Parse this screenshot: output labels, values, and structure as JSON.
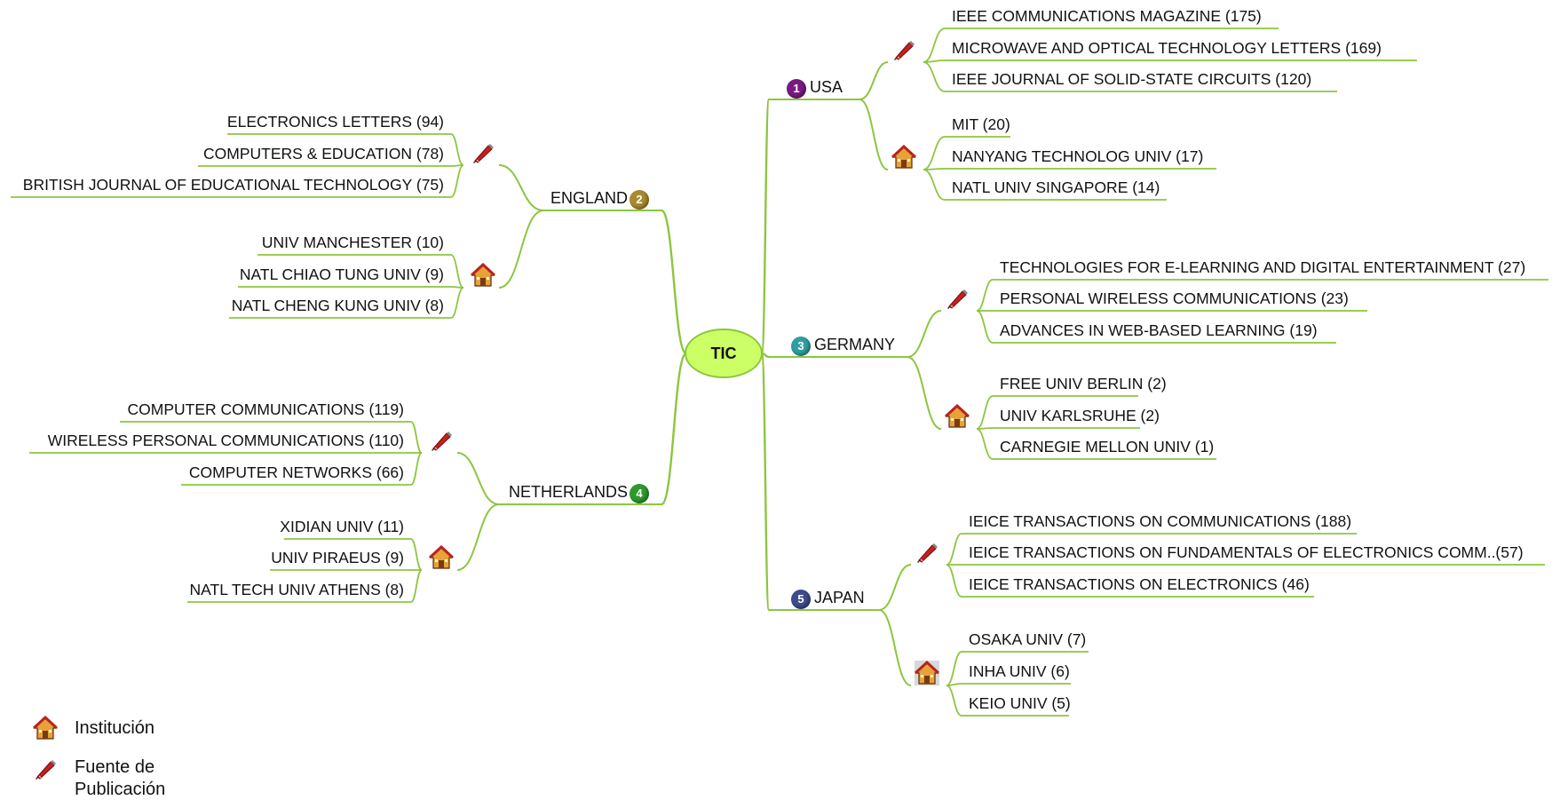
{
  "center": {
    "label": "TIC"
  },
  "colors": {
    "line": "#8cc63f",
    "center_fill": "#ccff66",
    "badge_1": "#7a1a80",
    "badge_2": "#a88b2e",
    "badge_3": "#2f9ea0",
    "badge_4": "#2e9a2e",
    "badge_5": "#3d4c8c"
  },
  "branches": [
    {
      "country": "USA",
      "rank": "1",
      "sources": [
        "IEEE COMMUNICATIONS MAGAZINE  (175)",
        "MICROWAVE AND OPTICAL TECHNOLOGY LETTERS  (169)",
        "IEEE JOURNAL OF SOLID-STATE CIRCUITS  (120)"
      ],
      "institutions": [
        "MIT (20)",
        "NANYANG TECHNOLOG UNIV (17)",
        "NATL UNIV SINGAPORE (14)"
      ]
    },
    {
      "country": "ENGLAND",
      "rank": "2",
      "sources": [
        "ELECTRONICS LETTERS  (94)",
        "COMPUTERS & EDUCATION  (78)",
        "BRITISH JOURNAL OF EDUCATIONAL TECHNOLOGY  (75)"
      ],
      "institutions": [
        "UNIV MANCHESTER (10)",
        "NATL CHIAO TUNG UNIV (9)",
        "NATL CHENG KUNG UNIV (8)"
      ]
    },
    {
      "country": "GERMANY",
      "rank": "3",
      "sources": [
        "TECHNOLOGIES FOR E-LEARNING AND DIGITAL ENTERTAINMENT  (27)",
        "PERSONAL WIRELESS COMMUNICATIONS  (23)",
        "ADVANCES IN WEB-BASED LEARNING  (19)"
      ],
      "institutions": [
        "FREE UNIV BERLIN (2)",
        "UNIV KARLSRUHE (2)",
        "CARNEGIE MELLON UNIV (1)"
      ]
    },
    {
      "country": "NETHERLANDS",
      "rank": "4",
      "sources": [
        "COMPUTER COMMUNICATIONS  (119)",
        "WIRELESS PERSONAL COMMUNICATIONS  (110)",
        "COMPUTER NETWORKS  (66)"
      ],
      "institutions": [
        "XIDIAN UNIV (11)",
        "UNIV PIRAEUS (9)",
        "NATL TECH UNIV ATHENS (8)"
      ]
    },
    {
      "country": "JAPAN",
      "rank": "5",
      "sources": [
        "IEICE TRANSACTIONS ON COMMUNICATIONS (188)",
        "IEICE TRANSACTIONS ON FUNDAMENTALS OF ELECTRONICS COMM..(57)",
        "IEICE TRANSACTIONS ON ELECTRONICS (46)"
      ],
      "institutions": [
        "OSAKA UNIV (7)",
        "INHA UNIV (6)",
        "KEIO UNIV (5)"
      ]
    }
  ],
  "legend": {
    "institution": {
      "icon": "house-icon",
      "label": "Institución"
    },
    "source": {
      "icon": "pen-icon",
      "label": "Fuente de Publicación"
    }
  }
}
